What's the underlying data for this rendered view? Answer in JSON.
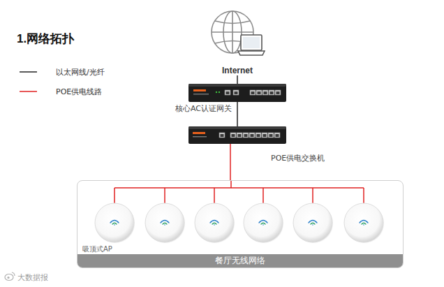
{
  "diagram": {
    "title": "1.网络拓扑",
    "nodes": [
      {
        "text": [
          "Internet"
        ]
      },
      {
        "text": [
          "核心AC认证网关"
        ]
      },
      {
        "text": [
          "POE供电交换机"
        ]
      },
      {
        "text": [
          "餐厅无线网络"
        ]
      }
    ],
    "edges": [
      {
        "from": 0,
        "to": 1,
        "arrow": "none"
      },
      {
        "from": 1,
        "to": 2,
        "arrow": "none"
      },
      {
        "from": 2,
        "to": 3,
        "arrow": "none"
      }
    ],
    "labels": [
      "吸顶式AP",
      "大数据报"
    ],
    "legend": [
      {
        "text": "以太网线/光纤"
      },
      {
        "text": "POE供电线路"
      }
    ]
  }
}
